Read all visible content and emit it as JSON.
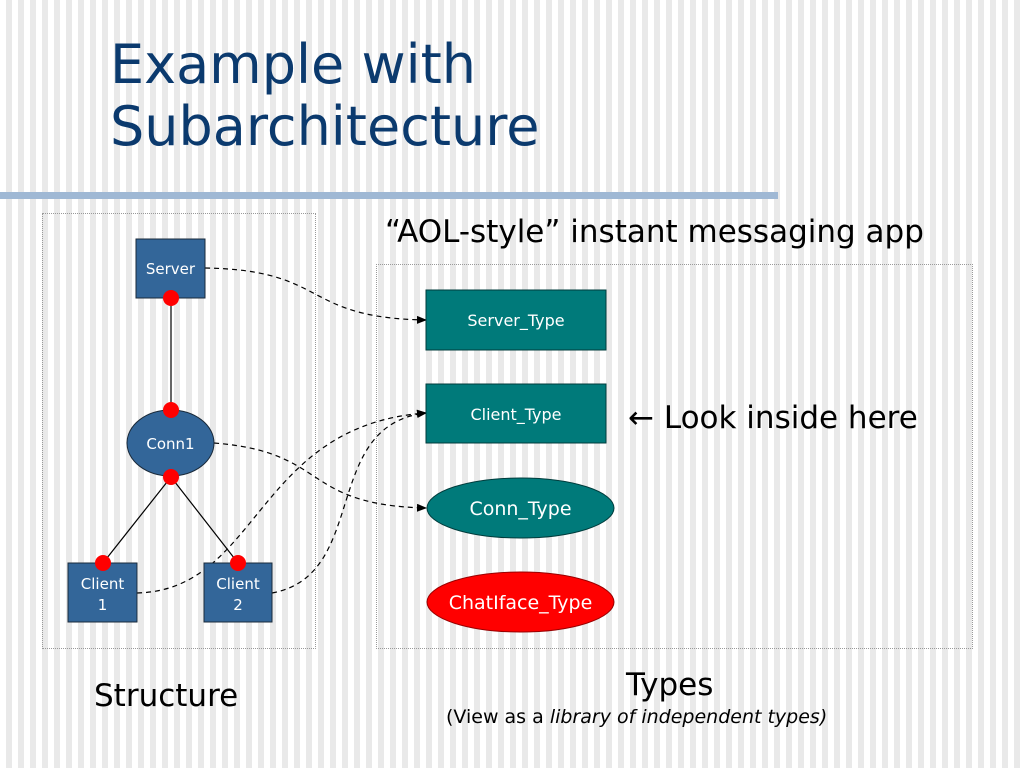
{
  "slide": {
    "title_line1": "Example with",
    "title_line2": "Subarchitecture",
    "app_title": "“AOL-style” instant messaging app",
    "look_arrow": "←",
    "look_text": "Look inside here",
    "structure_label": "Structure",
    "types_label": "Types",
    "types_sub_prefix": "(View as a ",
    "types_sub_italic": "library of independent types)"
  },
  "structure": {
    "server": "Server",
    "conn1": "Conn1",
    "client1_line1": "Client",
    "client1_line2": "1",
    "client2_line1": "Client",
    "client2_line2": "2"
  },
  "types": {
    "server_type": "Server_Type",
    "client_type": "Client_Type",
    "conn_type": "Conn_Type",
    "chatiface_type": "ChatIface_Type"
  },
  "colors": {
    "component_fill": "#336699",
    "type_fill": "#007a7a",
    "chat_fill": "#ff0000",
    "port_fill": "#ff0000",
    "title_color": "#0b3a6e"
  }
}
